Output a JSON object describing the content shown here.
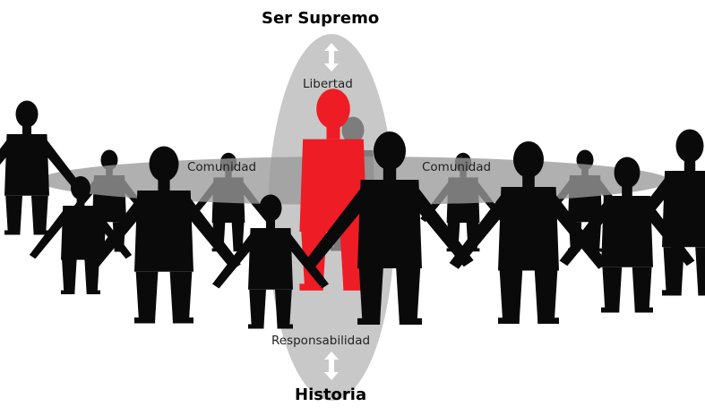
{
  "diagram": {
    "top_title": "Ser Supremo",
    "bottom_title": "Historia",
    "label_freedom": "Libertad",
    "label_responsibility": "Responsabilidad",
    "label_community_left": "Comunidad",
    "label_community_right": "Comunidad",
    "colors": {
      "center_figure": "#ee1c24",
      "silhouettes": "#0a0a0a",
      "ellipse": "#c8c8c8",
      "arrow": "#ffffff"
    },
    "icons": [
      "double-arrow-icon",
      "people-circle-icon",
      "person-icon"
    ]
  }
}
